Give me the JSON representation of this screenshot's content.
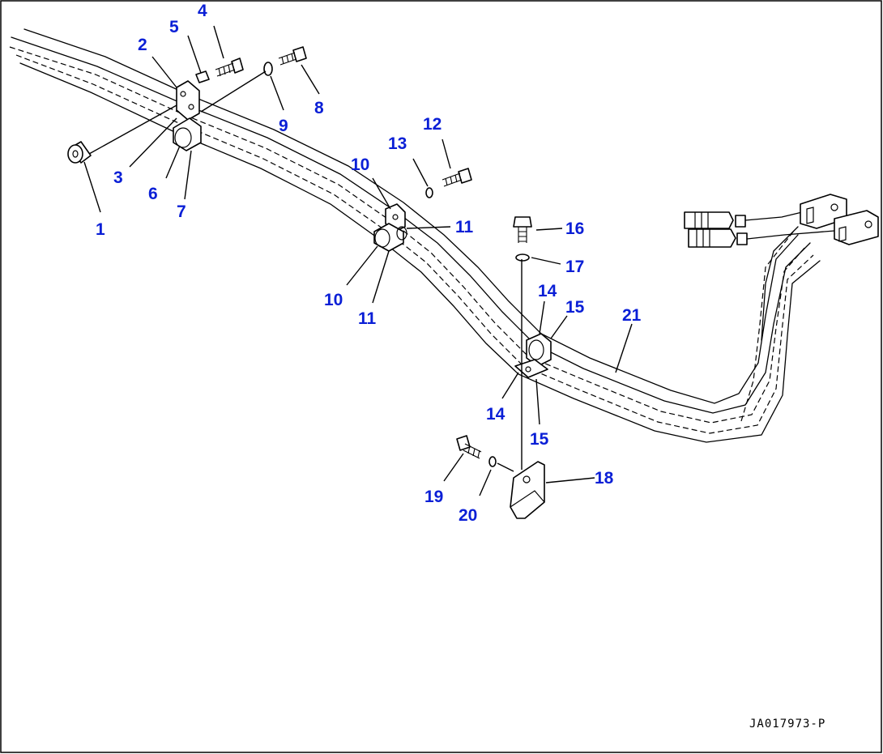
{
  "callouts": {
    "c1": "1",
    "c2": "2",
    "c3": "3",
    "c4": "4",
    "c5": "5",
    "c6": "6",
    "c7": "7",
    "c8": "8",
    "c9": "9",
    "c10a": "10",
    "c10b": "10",
    "c11a": "11",
    "c11b": "11",
    "c12": "12",
    "c13": "13",
    "c14a": "14",
    "c14b": "14",
    "c15a": "15",
    "c15b": "15",
    "c16": "16",
    "c17": "17",
    "c18": "18",
    "c19": "19",
    "c20": "20",
    "c21": "21"
  },
  "drawing_code": "JA017973-P",
  "colors": {
    "callout": "#0a1fd6",
    "line": "#000000",
    "background": "#ffffff"
  }
}
